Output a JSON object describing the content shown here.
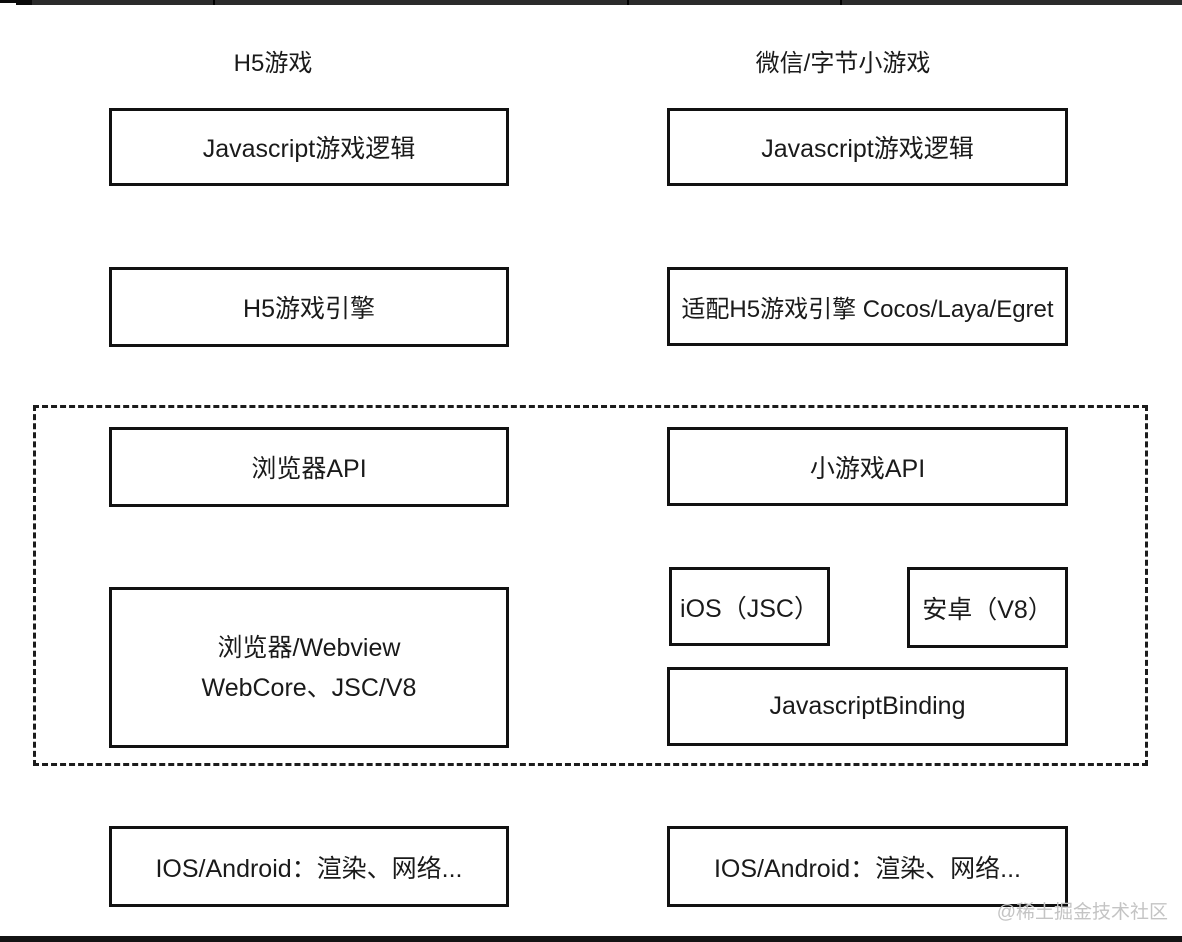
{
  "page": {
    "watermark": "@稀土掘金技术社区",
    "colors": {
      "background": "#ffffff",
      "box_border": "#111111",
      "text": "#1a1a1a",
      "dashed_border": "#1c1c1c",
      "watermark": "#c4c4c4",
      "topbar": "#2b2b2b",
      "bottombar": "#141414"
    }
  },
  "diagram": {
    "left_column": {
      "title": "H5游戏",
      "boxes": {
        "logic": "Javascript游戏逻辑",
        "engine": "H5游戏引擎",
        "browser_api": "浏览器API",
        "webview_line1": "浏览器/Webview",
        "webview_line2": "WebCore、JSC/V8",
        "os": "IOS/Android：渲染、网络..."
      }
    },
    "right_column": {
      "title": "微信/字节小游戏",
      "boxes": {
        "logic": "Javascript游戏逻辑",
        "engine": "适配H5游戏引擎 Cocos/Laya/Egret",
        "minigame_api": "小游戏API",
        "ios_jsc": "iOS（JSC）",
        "android_v8": "安卓（V8）",
        "binding": "JavascriptBinding",
        "os": "IOS/Android：渲染、网络..."
      }
    }
  }
}
